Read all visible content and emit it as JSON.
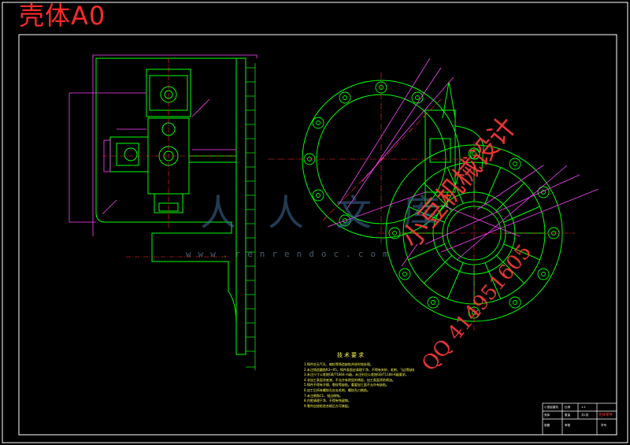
{
  "drawing": {
    "title": "壳体A0",
    "technical_requirements_title": "技术要求",
    "technical_requirements": [
      "1.铸件应无气孔、缩松等铸造缺陷并经时效处理。",
      "2.未注铸造圆角R3~R5，铸件表面应清理干净，不得有夹砂，毛刺、飞边等缺陷。",
      "3.未注尺寸公差按GB/T1804-m级，未注形位公差按GB/T1184-K级要求。",
      "4.非加工表面涂底漆，不允许有明显的锈斑，加工表面涂防锈油。",
      "5.铸件不得有冷隔、裂纹等缺陷，重要加工面不允许有缺陷。",
      "6.加工后所有螺纹孔应去毛刺，螺纹孔口倒角。",
      "7.未注倒角C1，锐边倒钝。",
      "8.内腔清理干净，不得有残留物。",
      "9.零件应经检验合格后方可装配。"
    ],
    "title_block": {
      "row1": [
        "小型起重机",
        "比例",
        "1:1"
      ],
      "row2": [
        "壳体",
        "数量",
        "共1张"
      ],
      "row3": [
        "制图",
        "审核",
        "学号"
      ],
      "name": "壳体零件"
    }
  },
  "watermark": {
    "site": "www.renrendoc.com",
    "brand": "人人文库",
    "red_line1": "小豆机械设计",
    "red_line2": "QQ 414951605"
  },
  "colors": {
    "background": "#000000",
    "border": "#ffffff",
    "geometry": "#00ff00",
    "dimension": "#ff44ff",
    "centerline": "#ff3333",
    "text": "#ffff55",
    "title": "#ff2a2a"
  }
}
